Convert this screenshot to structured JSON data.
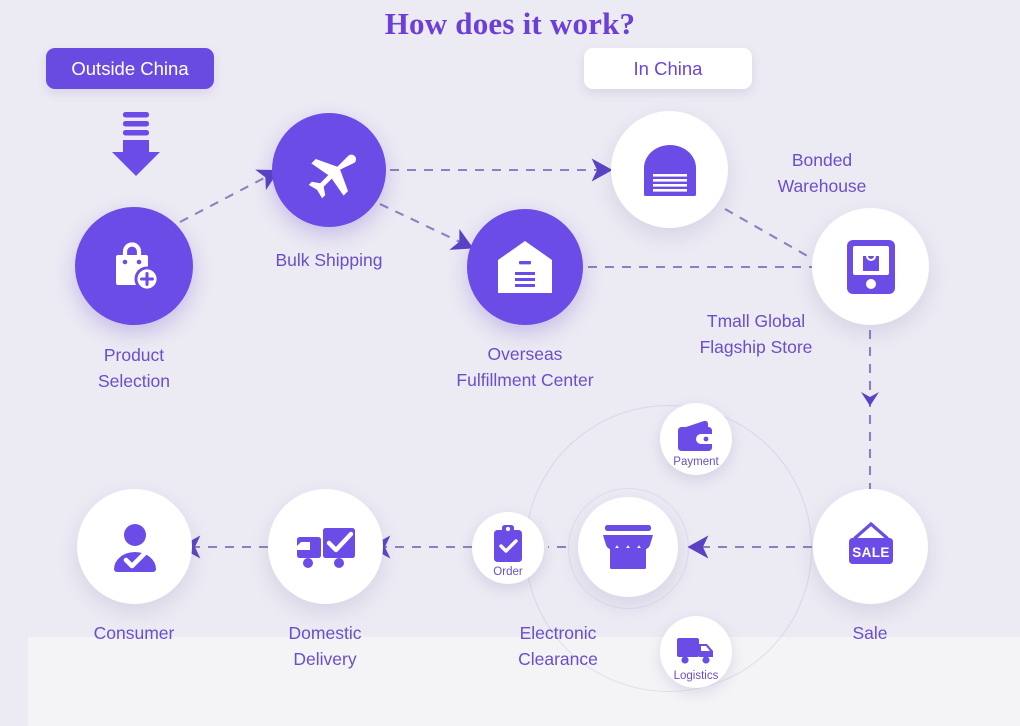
{
  "page": {
    "title": "How does it work?",
    "background": "#ECEAF3",
    "accent": "#6B4CE6",
    "label_color": "#6A4FC8",
    "title_color": "#6C3FD6"
  },
  "badges": [
    {
      "id": "outside-china",
      "label": "Outside China",
      "style": "filled",
      "bg": "#6A4BE2",
      "fg": "#FFFFFF"
    },
    {
      "id": "in-china",
      "label": "In China",
      "style": "white",
      "bg": "#FFFFFF",
      "fg": "#6B46D6"
    }
  ],
  "nodes": [
    {
      "id": "product-selection",
      "label": "Product\nSelection",
      "icon": "shopping-bag-plus-icon",
      "style": "filled"
    },
    {
      "id": "bulk-shipping",
      "label": "Bulk Shipping",
      "icon": "airplane-icon",
      "style": "filled"
    },
    {
      "id": "bonded-warehouse",
      "label": "Bonded\nWarehouse",
      "icon": "dome-warehouse-icon",
      "style": "white"
    },
    {
      "id": "overseas-fulfillment",
      "label": "Overseas\nFulfillment Center",
      "icon": "warehouse-icon",
      "style": "filled"
    },
    {
      "id": "tmall-flagship",
      "label": "Tmall Global\nFlagship Store",
      "icon": "mobile-store-icon",
      "style": "white"
    },
    {
      "id": "sale",
      "label": "Sale",
      "icon": "sale-tag-icon",
      "style": "white"
    },
    {
      "id": "electronic-clearance",
      "label": "Electronic\nClearance",
      "icon": "storefront-icon",
      "style": "white"
    },
    {
      "id": "domestic-delivery",
      "label": "Domestic\nDelivery",
      "icon": "delivery-truck-check-icon",
      "style": "white"
    },
    {
      "id": "consumer",
      "label": "Consumer",
      "icon": "person-check-icon",
      "style": "white"
    }
  ],
  "satellites": [
    {
      "id": "payment",
      "label": "Payment",
      "icon": "wallet-icon"
    },
    {
      "id": "order",
      "label": "Order",
      "icon": "clipboard-check-icon"
    },
    {
      "id": "logistics",
      "label": "Logistics",
      "icon": "truck-icon"
    }
  ],
  "decorations": [
    {
      "id": "import-arrow",
      "icon": "download-arrow-icon"
    }
  ]
}
